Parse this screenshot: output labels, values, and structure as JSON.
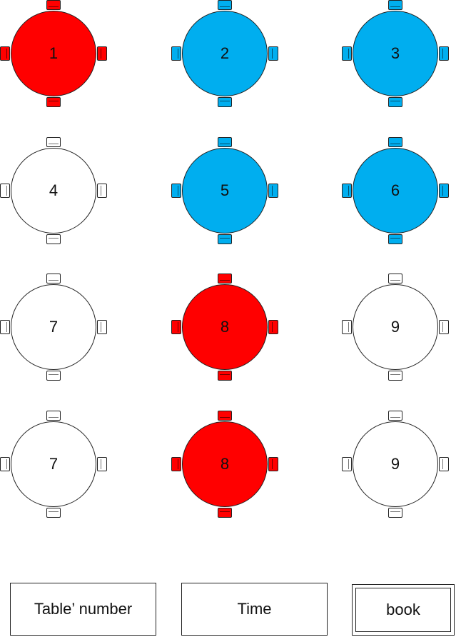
{
  "colors": {
    "booked": "#ff0000",
    "selected": "#00aeef",
    "available": "#ffffff"
  },
  "tables": [
    {
      "label": "1",
      "status": "booked"
    },
    {
      "label": "2",
      "status": "selected"
    },
    {
      "label": "3",
      "status": "selected"
    },
    {
      "label": "4",
      "status": "available"
    },
    {
      "label": "5",
      "status": "selected"
    },
    {
      "label": "6",
      "status": "selected"
    },
    {
      "label": "7",
      "status": "available"
    },
    {
      "label": "8",
      "status": "booked"
    },
    {
      "label": "9",
      "status": "available"
    },
    {
      "label": "7",
      "status": "available"
    },
    {
      "label": "8",
      "status": "booked"
    },
    {
      "label": "9",
      "status": "available"
    }
  ],
  "form": {
    "table_number_label": "Table’ number",
    "time_label": "Time",
    "book_label": "book"
  }
}
